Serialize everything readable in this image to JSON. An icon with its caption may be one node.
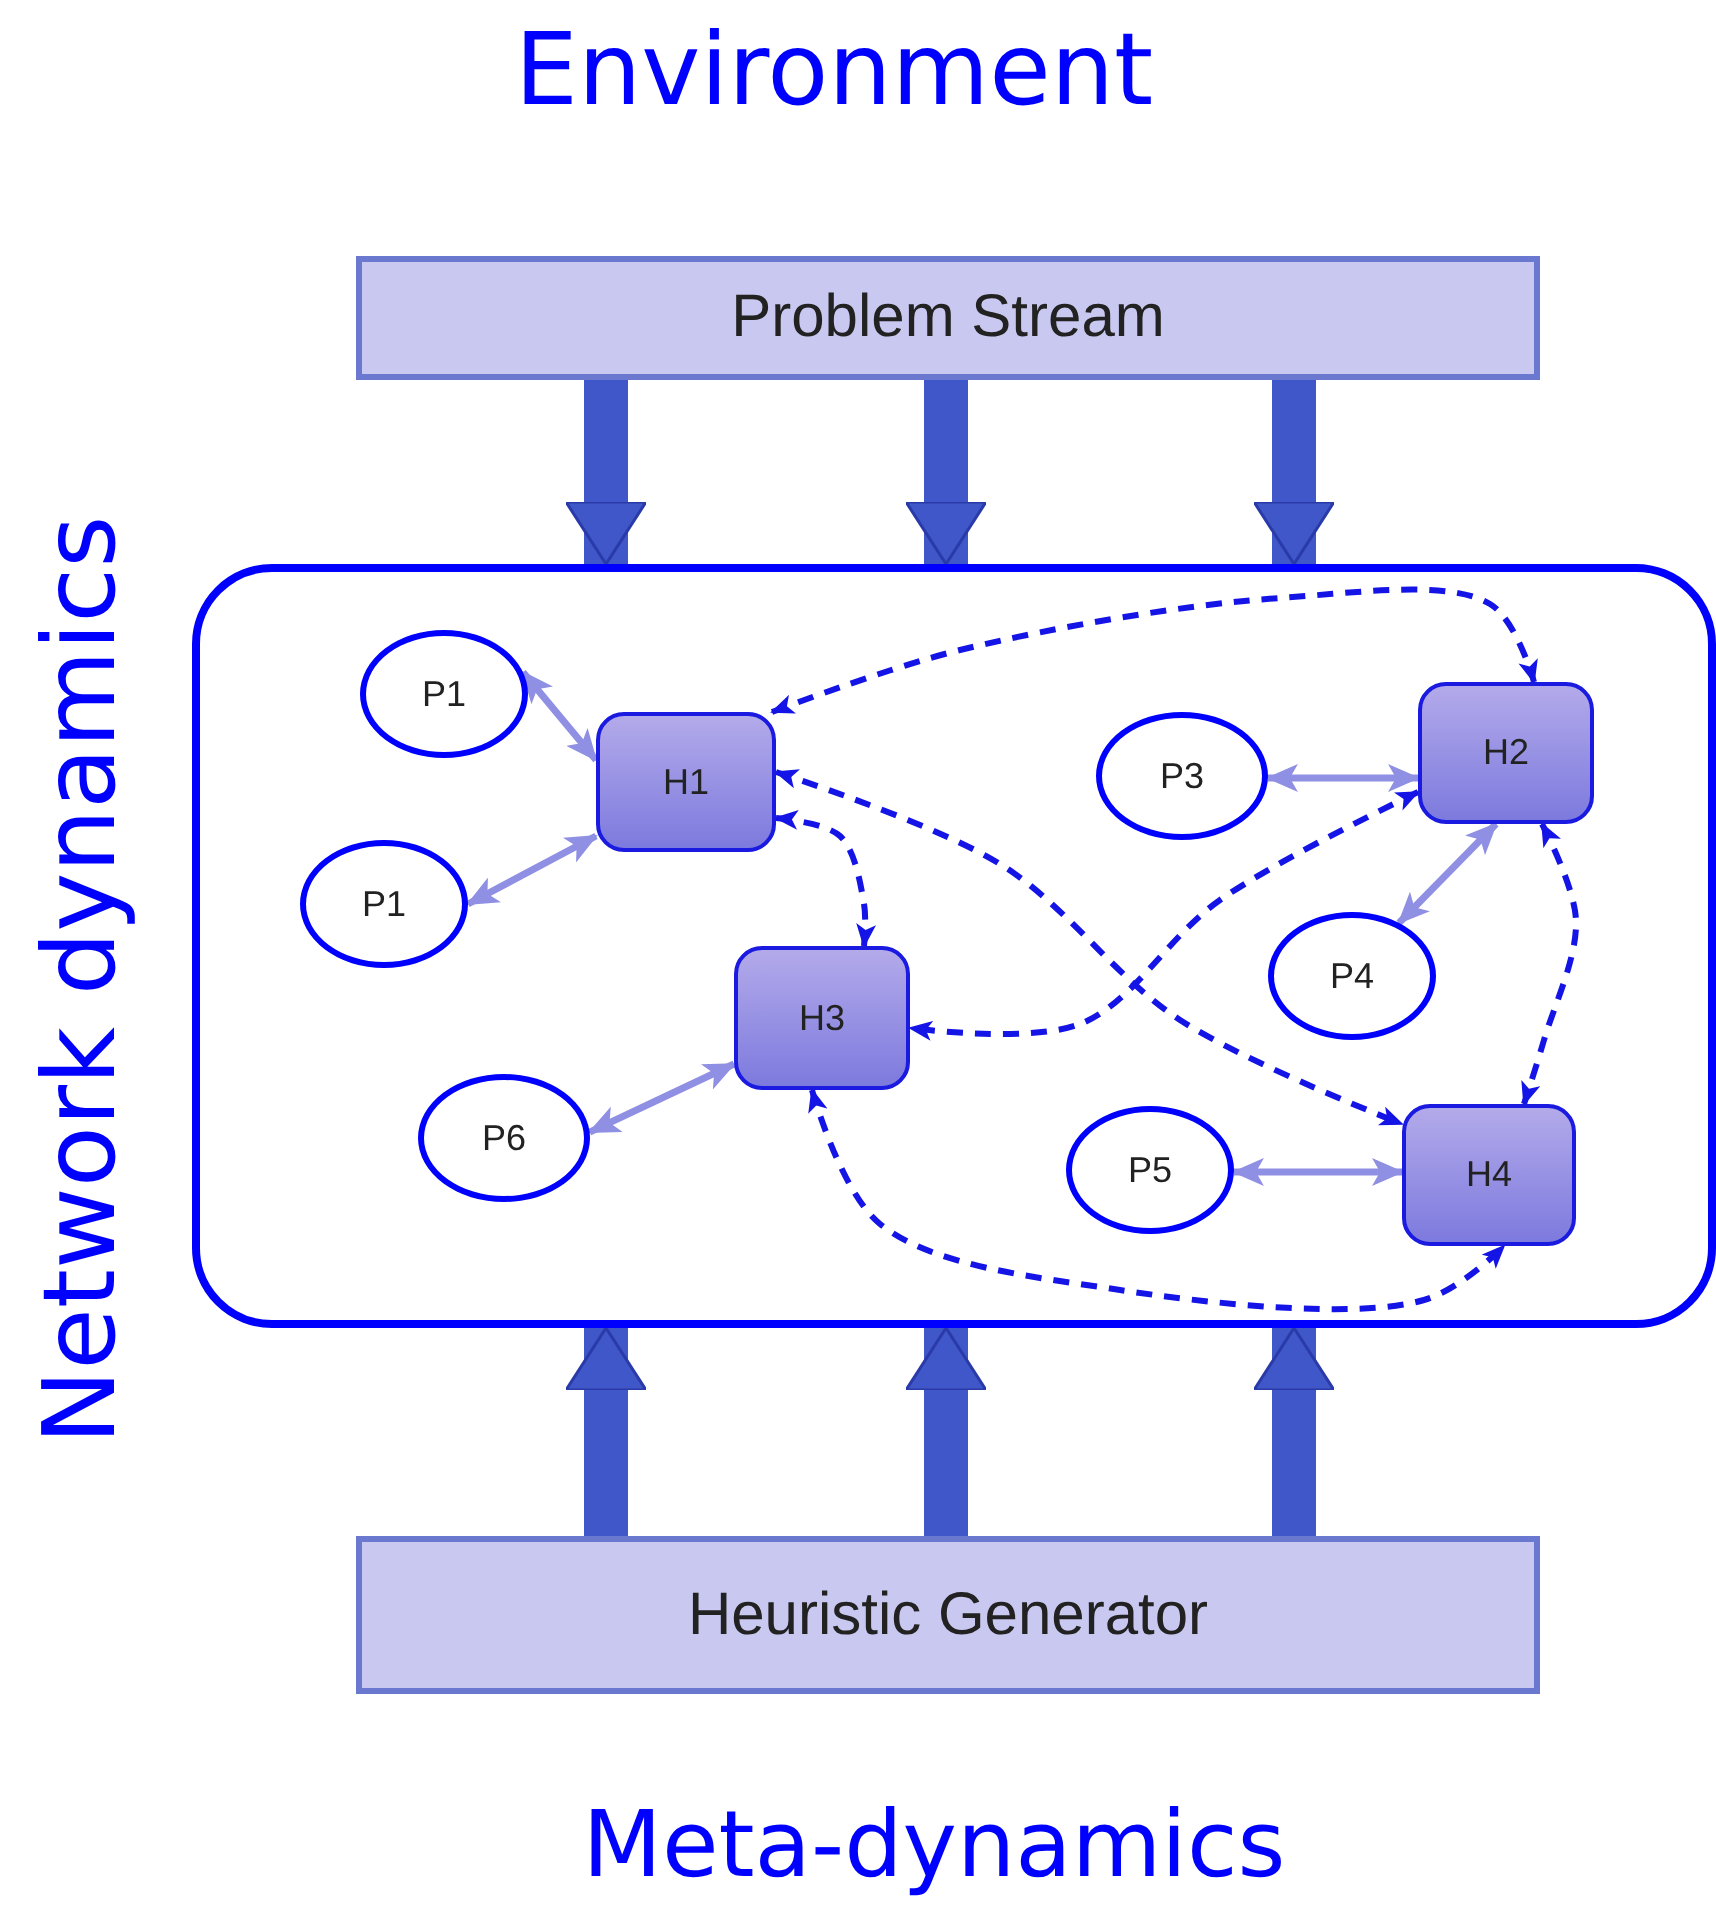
{
  "diagram": {
    "nodes": [
      {
        "text": [
          "Problem Stream"
        ],
        "beside": [
          "Environment"
        ]
      },
      {
        "text": [],
        "shape": "box",
        "beside": [
          "Network dynamics"
        ]
      },
      {
        "text": [
          "P1"
        ],
        "in": 1
      },
      {
        "text": [
          "H1"
        ],
        "in": 1
      },
      {
        "text": [
          "P1"
        ],
        "in": 1
      },
      {
        "text": [
          "P3"
        ],
        "in": 1
      },
      {
        "text": [
          "H2"
        ],
        "in": 1
      },
      {
        "text": [
          "P4"
        ],
        "in": 1
      },
      {
        "text": [
          "H3"
        ],
        "in": 1
      },
      {
        "text": [
          "P6"
        ],
        "in": 1
      },
      {
        "text": [
          "P5"
        ],
        "in": 1
      },
      {
        "text": [
          "H4"
        ],
        "in": 1
      },
      {
        "text": [
          "Heuristic Generator"
        ],
        "beside": [
          "Meta-dynamics"
        ]
      }
    ],
    "edges": [
      {
        "from": 0,
        "to": 1,
        "arrow": "to",
        "style": "thick",
        "color": "#3f57c9"
      },
      {
        "from": 0,
        "to": 1,
        "arrow": "to",
        "style": "thick",
        "color": "#3f57c9"
      },
      {
        "from": 0,
        "to": 1,
        "arrow": "to",
        "style": "thick",
        "color": "#3f57c9"
      },
      {
        "from": 12,
        "to": 1,
        "arrow": "to",
        "style": "thick",
        "color": "#3f57c9"
      },
      {
        "from": 12,
        "to": 1,
        "arrow": "to",
        "style": "thick",
        "color": "#3f57c9"
      },
      {
        "from": 12,
        "to": 1,
        "arrow": "to",
        "style": "thick",
        "color": "#3f57c9"
      },
      {
        "from": 2,
        "to": 3,
        "arrow": "both",
        "color": "#8f8fe3"
      },
      {
        "from": 4,
        "to": 3,
        "arrow": "both",
        "color": "#8f8fe3"
      },
      {
        "from": 5,
        "to": 6,
        "arrow": "both",
        "color": "#8f8fe3"
      },
      {
        "from": 7,
        "to": 6,
        "arrow": "both",
        "color": "#8f8fe3"
      },
      {
        "from": 9,
        "to": 8,
        "arrow": "both",
        "color": "#8f8fe3"
      },
      {
        "from": 10,
        "to": 11,
        "arrow": "both",
        "color": "#8f8fe3"
      },
      {
        "from": 3,
        "to": 6,
        "arrow": "both",
        "style": "dashed"
      },
      {
        "from": 3,
        "to": 8,
        "arrow": "both",
        "style": "dashed"
      },
      {
        "from": 3,
        "to": 11,
        "arrow": "both",
        "style": "dashed"
      },
      {
        "from": 6,
        "to": 8,
        "arrow": "both",
        "style": "dashed"
      },
      {
        "from": 6,
        "to": 11,
        "arrow": "both",
        "style": "dashed"
      },
      {
        "from": 8,
        "to": 11,
        "arrow": "both",
        "style": "dashed"
      }
    ]
  }
}
